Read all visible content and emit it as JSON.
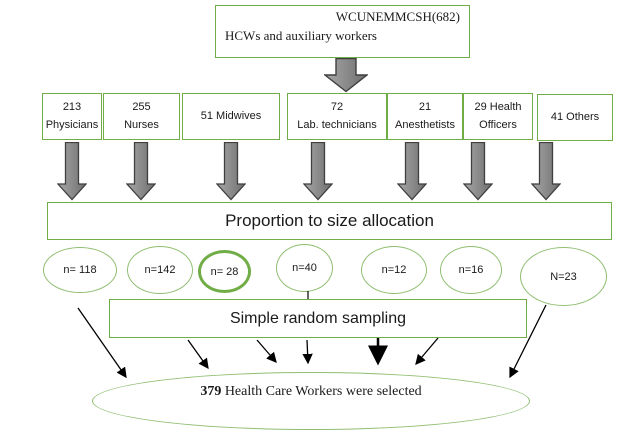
{
  "flow": {
    "source": {
      "title": "WCUNEMMCSH(682)",
      "subtitle": "HCWs and auxiliary workers"
    },
    "categories": [
      {
        "line1": "213",
        "line2": "Physicians"
      },
      {
        "line1": "255",
        "line2": "Nurses"
      },
      {
        "line1": "51 Midwives"
      },
      {
        "line1": "72",
        "line2": "Lab. technicians"
      },
      {
        "line1": "21",
        "line2": "Anesthetists"
      },
      {
        "line1": "29 Health",
        "line2": "Officers"
      },
      {
        "line1": "41 Others"
      }
    ],
    "allocation_label": "Proportion to size allocation",
    "samples": [
      "n= 118",
      "n=142",
      "n= 28",
      "n=40",
      "n=12",
      "n=16",
      "N=23"
    ],
    "sampling_label": "Simple random sampling",
    "result": {
      "count": "379",
      "text": "Health Care  Workers were selected"
    }
  },
  "colors": {
    "box_border_green": "#70ad47",
    "ellipse_border_green": "#8fbe70",
    "block_arrow_fill_light": "#a8a8a8",
    "block_arrow_fill_dark": "#6e6e6e",
    "block_arrow_stroke": "#3f3f3f",
    "thin_arrow": "#000000"
  }
}
